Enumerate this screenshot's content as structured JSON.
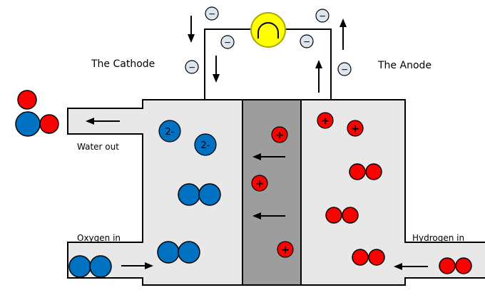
{
  "labels": {
    "cathode": "The Cathode",
    "anode": "The Anode",
    "water_out": "Water out",
    "oxygen_in": "Oxygen in",
    "hydrogen_in": "Hydrogen in"
  },
  "symbols": {
    "electron": "−",
    "proton": "+",
    "oxide_ion": "2-"
  },
  "colors": {
    "hydrogen": "#ff0000",
    "oxygen": "#0070c0",
    "electron": "#dce6f1",
    "bulb": "#ffff00",
    "electrolyte": "#9d9d9d",
    "electrode": "#e8e8e8",
    "outline": "#000000"
  },
  "icons": {
    "bulb": "light-bulb-icon",
    "electron": "electron-icon",
    "proton": "proton-icon",
    "oxide_ion": "oxide-ion-icon",
    "oxygen_molecule": "oxygen-molecule-icon",
    "hydrogen_molecule": "hydrogen-molecule-icon",
    "water_molecule": "water-molecule-icon",
    "arrow": "arrow-icon"
  }
}
